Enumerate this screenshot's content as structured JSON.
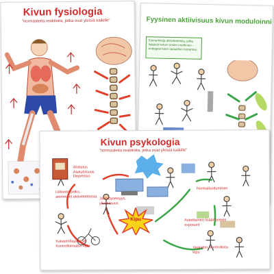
{
  "posters": {
    "physiology": {
      "title": "Kivun fysiologia",
      "subtitle": "\"normaaleita reaktioita, jotka ovat yleisiä kaikille\""
    },
    "activity": {
      "title": "Fyysinen aktiivisuus kivun moduloinnissa",
      "box_text": "Esimerkkejä aktiviteeteista, jotka lisäävät kehon omien morfiinien - endogeenisten opiaattien tuotantoa"
    },
    "psychology": {
      "title": "Kivun psykologia",
      "subtitle": "\"normaaleita reaktioita, jotka ovat yleisiä kaikille\"",
      "center_label": "Kipu",
      "labels": {
        "top_left_line1": "Ahdistus",
        "top_left_line2": "Alakuloisuus",
        "top_left_line3": "Depressio",
        "left_mid_line1": "Liikkeen pelko,",
        "left_mid_line2": "aiemmuet aktiviteetteista",
        "mid_line1": "Jännittyneisyys,",
        "mid_line2": "ylivalvisuus",
        "bottom_left_line1": "Katastrofiajatukset",
        "bottom_left_line2": "Kontrolloimaton kipu",
        "right_top": "Normalisoituminen",
        "right_mid_line1": "Asteittainen lisääntyneen",
        "right_mid_line2": "exposure",
        "right_bottom_line1": "Vaaraton, kontrolloitu",
        "right_bottom_line2": "kipu"
      }
    }
  },
  "colors": {
    "red_title": "#d42a2a",
    "green_title": "#4aa23a",
    "poster_border": "#d6d6d6",
    "kipu_star": "#ffd21a",
    "arrow_red": "#e0402a",
    "arrow_green": "#3aa548"
  }
}
